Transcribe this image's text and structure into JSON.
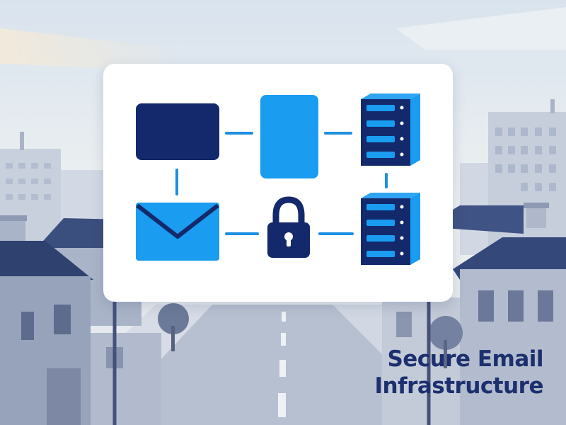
{
  "headline": {
    "line1": "Secure Email",
    "line2": "Infrastructure"
  },
  "diagram": {
    "nodes": [
      {
        "id": "terminal",
        "icon": "monitor-icon"
      },
      {
        "id": "device",
        "icon": "device-icon"
      },
      {
        "id": "server-top",
        "icon": "server-icon"
      },
      {
        "id": "mail",
        "icon": "envelope-icon"
      },
      {
        "id": "lock",
        "icon": "padlock-icon"
      },
      {
        "id": "server-bottom",
        "icon": "server-icon"
      }
    ]
  },
  "colors": {
    "navy": "#13296b",
    "blue": "#1a9cf0",
    "connector": "#1d8fe0",
    "sky_top": "#dde6ef",
    "building": "#8e9bb6"
  }
}
